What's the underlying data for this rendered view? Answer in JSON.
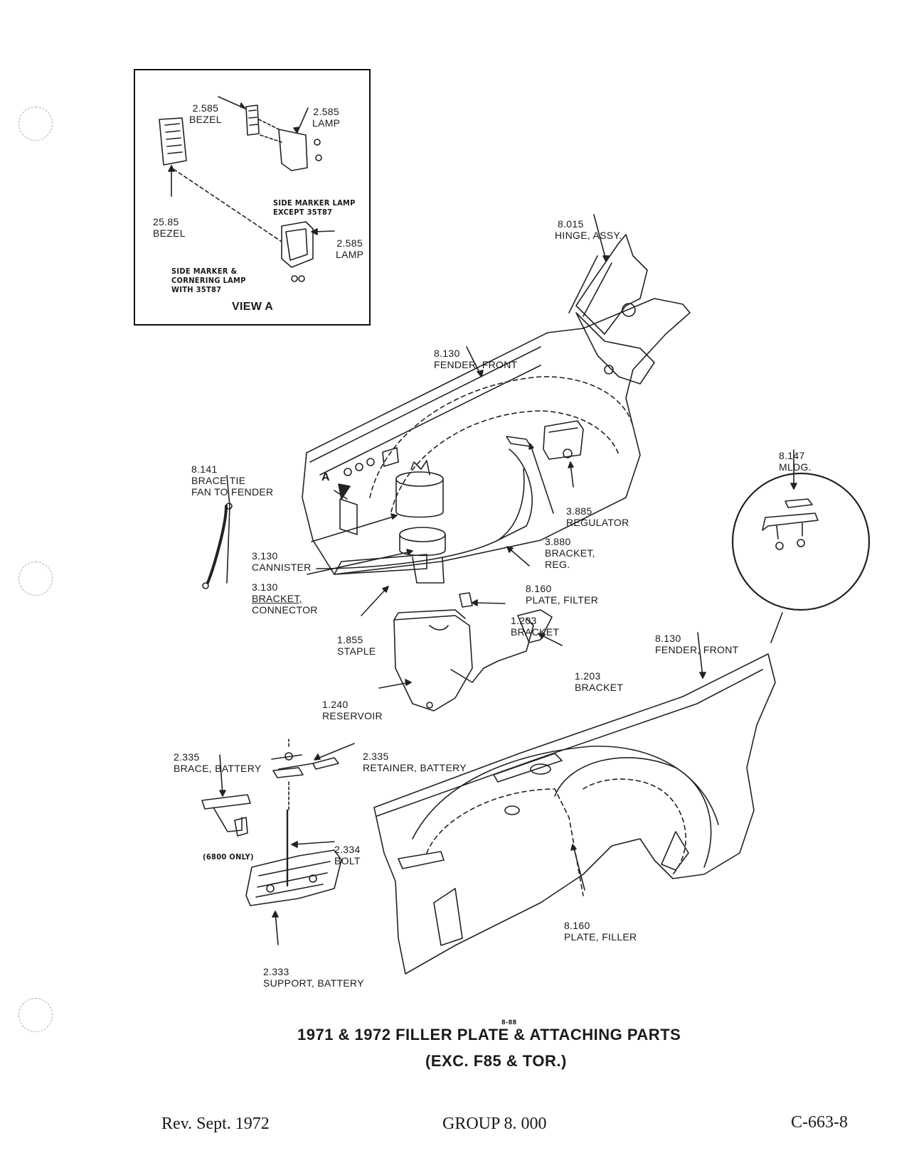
{
  "view_a": {
    "bezel_top": [
      "2.585",
      "BEZEL"
    ],
    "lamp_top": [
      "2.585",
      "LAMP"
    ],
    "bezel_left": [
      "25.85",
      "BEZEL"
    ],
    "side_marker_except": [
      "SIDE MARKER LAMP",
      "EXCEPT 35T87"
    ],
    "lamp_mid": [
      "2.585",
      "LAMP"
    ],
    "side_marker_with": [
      "SIDE MARKER &",
      "CORNERING LAMP",
      "WITH 35T87"
    ],
    "title": "VIEW A"
  },
  "callouts": {
    "hinge": [
      "8.015",
      "HINGE, ASSY."
    ],
    "fender_front_top": [
      "8.130",
      "FENDER, FRONT"
    ],
    "brace_tie": [
      "8.141",
      "BRACE TIE",
      "FAN TO FENDER"
    ],
    "mldg": [
      "8.147",
      "MLDG."
    ],
    "view_a_marker": "A",
    "regulator": [
      "3.885",
      "REGULATOR"
    ],
    "bracket_reg": [
      "3.880",
      "BRACKET,",
      "REG."
    ],
    "cannister": [
      "3.130",
      "CANNISTER"
    ],
    "bracket_connector": [
      "3.130",
      "BRACKET,",
      "CONNECTOR"
    ],
    "plate_filter": [
      "8.160",
      "PLATE, FILTER"
    ],
    "bracket_1203_a": [
      "1.203",
      "BRACKET"
    ],
    "staple": [
      "1.855",
      "STAPLE"
    ],
    "fender_front_bottom": [
      "8.130",
      "FENDER, FRONT"
    ],
    "bracket_1203_b": [
      "1.203",
      "BRACKET"
    ],
    "reservoir": [
      "1.240",
      "RESERVOIR"
    ],
    "brace_battery": [
      "2.335",
      "BRACE, BATTERY"
    ],
    "retainer_battery": [
      "2.335",
      "RETAINER, BATTERY"
    ],
    "bolt": [
      "2.334",
      "BOLT"
    ],
    "only_6800": "(6800 ONLY)",
    "plate_filler": [
      "8.160",
      "PLATE, FILLER"
    ],
    "support_battery": [
      "2.333",
      "SUPPORT, BATTERY"
    ]
  },
  "page_ref": "8-88",
  "title_line1": "1971 & 1972 FILLER PLATE & ATTACHING PARTS",
  "title_line2": "(EXC. F85 & TOR.)",
  "footer": {
    "rev": "Rev. Sept. 1972",
    "group": "GROUP 8. 000",
    "code": "C-663-8"
  }
}
